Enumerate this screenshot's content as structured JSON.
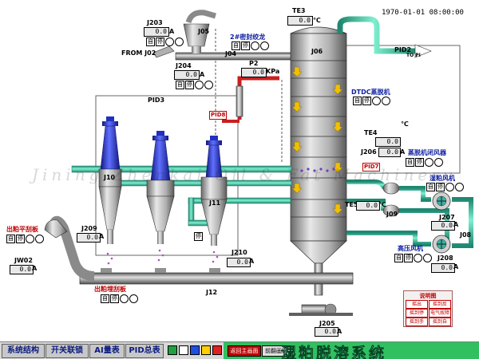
{
  "timestamp": "1970-01-01 08:00:00",
  "watermark": "Jining  Zhenkai  Oil  &  Fat  Machinery",
  "instruments": {
    "J203": {
      "tag": "J203",
      "value": "0.0",
      "unit": "A"
    },
    "J204": {
      "tag": "J204",
      "value": "0.0",
      "unit": "A"
    },
    "TE3": {
      "tag": "TE3",
      "value": "0.0",
      "unit": "℃"
    },
    "P2": {
      "tag": "P2",
      "value": "0.0",
      "unit": "KPa"
    },
    "TE4": {
      "tag": "TE4",
      "value": "0.0",
      "unit": "℃"
    },
    "J206": {
      "tag": "J206",
      "value": "0.0",
      "unit": "A"
    },
    "TE5": {
      "tag": "TE5",
      "value": "0.0",
      "unit": "℃"
    },
    "J207": {
      "tag": "J207",
      "value": "0.0",
      "unit": "A"
    },
    "J208": {
      "tag": "J208",
      "value": "0.0",
      "unit": "A"
    },
    "J209": {
      "tag": "J209",
      "value": "0.0",
      "unit": "A"
    },
    "JW02": {
      "tag": "JW02",
      "value": "0.0",
      "unit": "A"
    },
    "J210": {
      "tag": "J210",
      "value": "0.0",
      "unit": "A"
    },
    "J205": {
      "tag": "J205",
      "value": "0.0",
      "unit": "A"
    }
  },
  "equipment_labels": {
    "J05": "J05",
    "J04": "J04",
    "J06": "J06",
    "J09": "J09",
    "J08": "J08",
    "J10": "J10",
    "J11": "J11",
    "J12": "J12",
    "J02_from": "FROM J02",
    "PID2": "PID2",
    "PID3": "PID3",
    "PID_TO": "TO PI",
    "pid8": "PID8",
    "pid7": "PID7",
    "seal_auger": "2#密封绞龙",
    "dtdc": "DTDC蒸脱机",
    "dtdc_fan": "蒸脱机闭风器",
    "wet_fan": "湿粕风机",
    "hp_fan": "高压风机",
    "scraper_out": "出粕平刮板",
    "scraper_bury": "出粕埋刮板"
  },
  "control_marks": {
    "mode": "自",
    "run": "停"
  },
  "legend": {
    "title": "说明图",
    "items": [
      "摇出",
      "摇到反",
      "摇到停",
      "电气故障",
      "摇到手",
      "摇到自"
    ]
  },
  "nav": {
    "btn1": "系统结构",
    "btn2": "开关联锁",
    "btn3": "AI量表",
    "btn4": "PID总表",
    "mini1": "返回主画面",
    "mini2": "前翻画面",
    "title": "湿粕脱溶系统"
  },
  "colors": {
    "steel": "#a0a0a0",
    "teal_pipe": "#40c8a8",
    "blue_cyclone": "#2030c0",
    "red_pipe": "#c82020",
    "panel_green": "#30c060"
  }
}
